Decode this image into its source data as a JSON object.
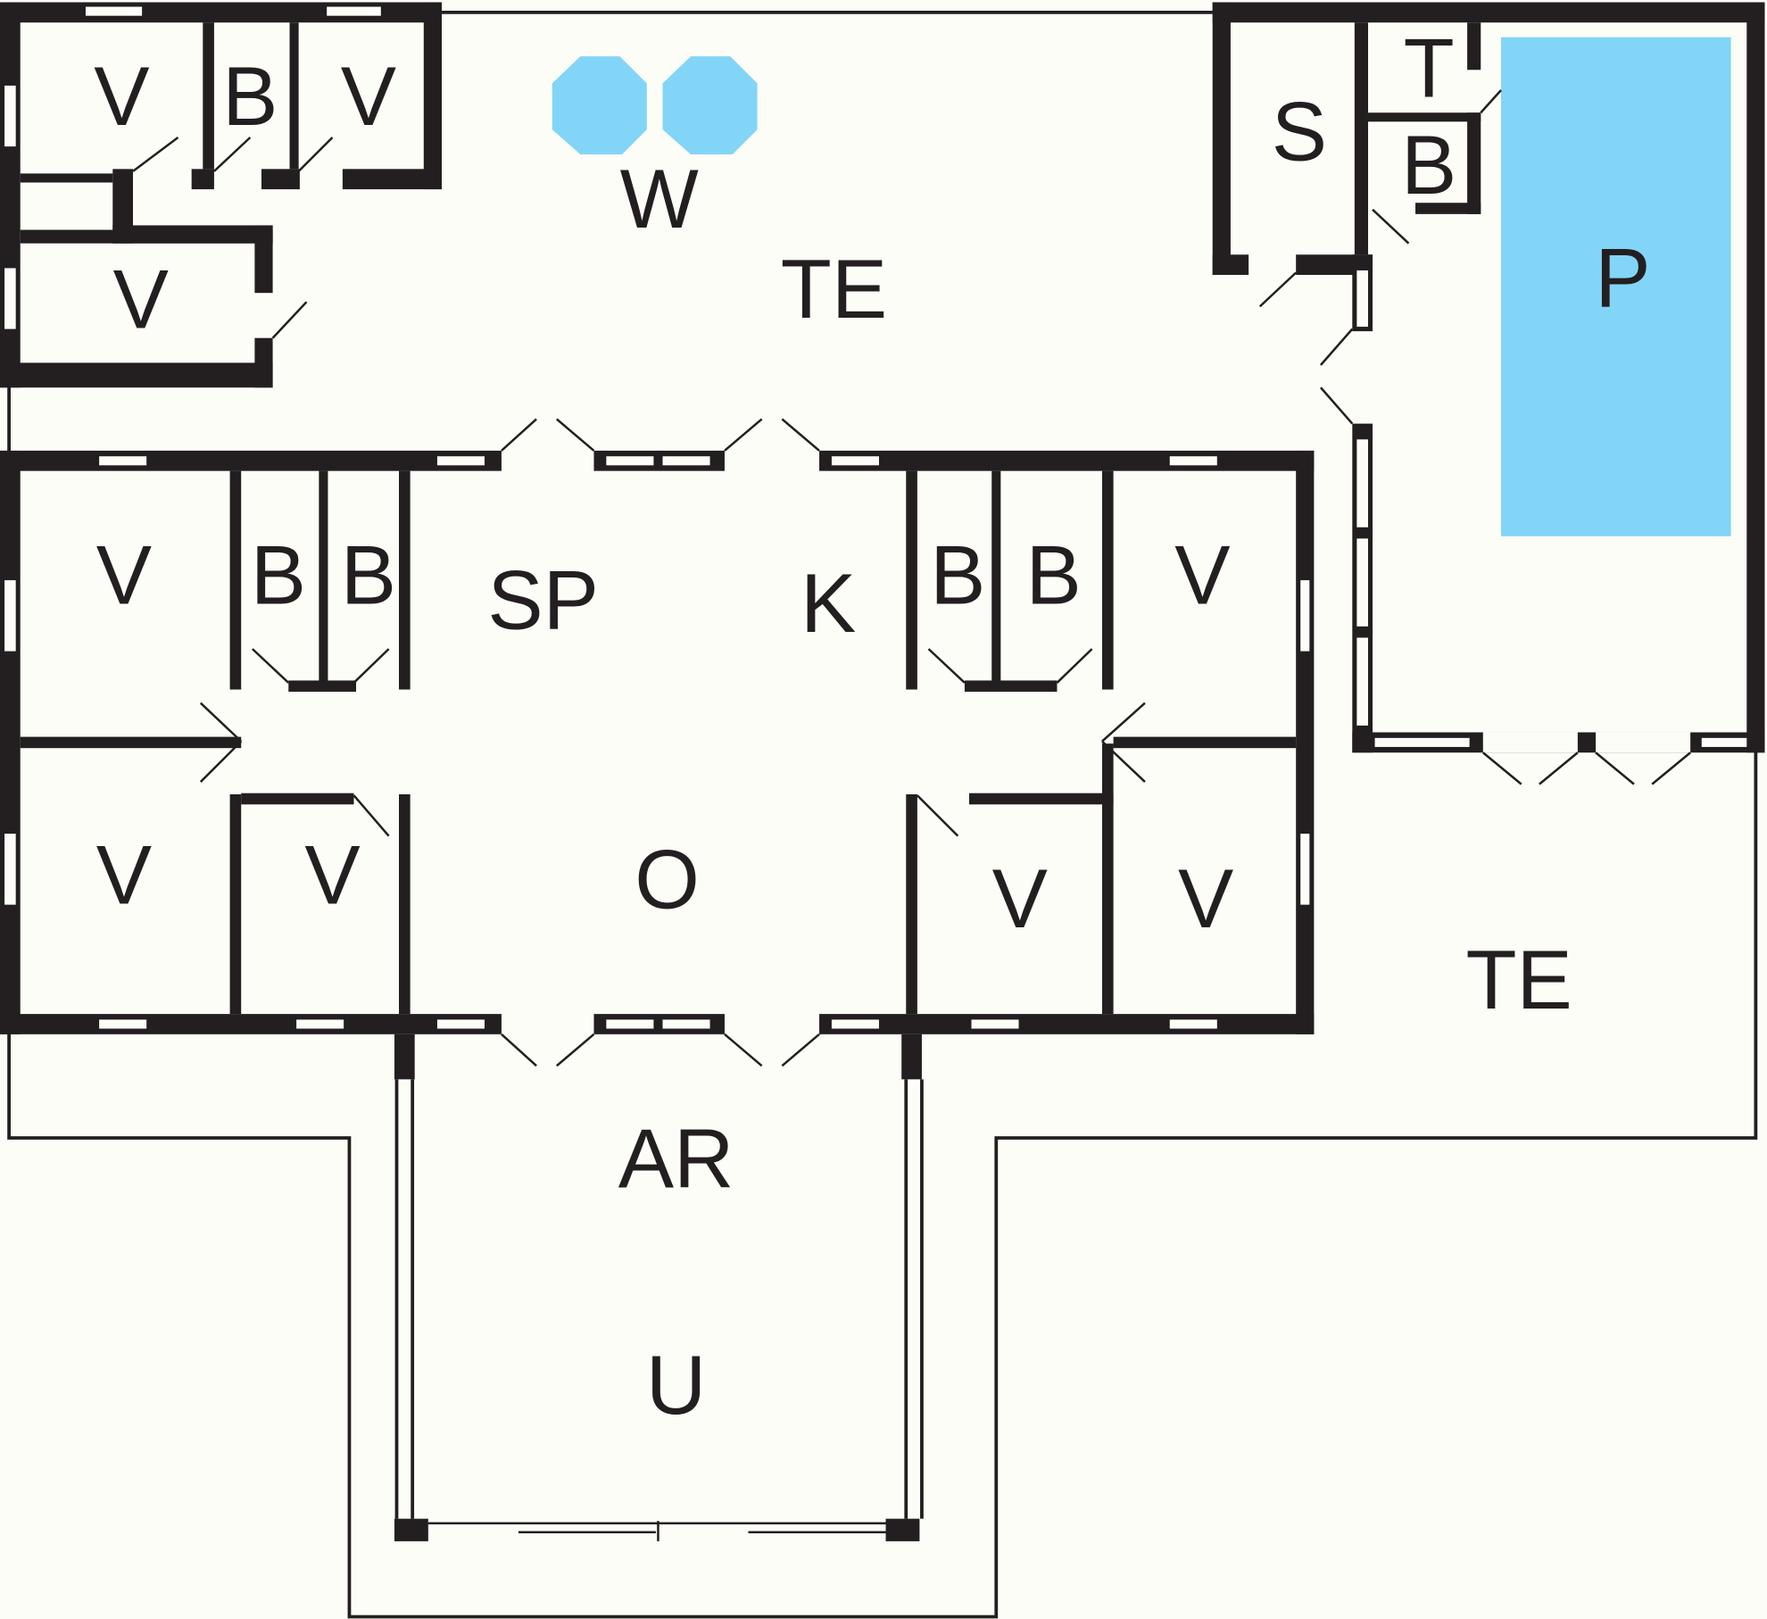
{
  "title": "Floor plan",
  "colors": {
    "wall": "#231f20",
    "water": "#82d5f7",
    "background": "#fdfdf8"
  },
  "rooms": [
    {
      "label": "V"
    },
    {
      "label": "B"
    },
    {
      "label": "V"
    },
    {
      "label": "W"
    },
    {
      "label": "TE"
    },
    {
      "label": "V"
    },
    {
      "label": "S"
    },
    {
      "label": "T"
    },
    {
      "label": "B"
    },
    {
      "label": "P"
    },
    {
      "label": "V"
    },
    {
      "label": "B"
    },
    {
      "label": "B"
    },
    {
      "label": "SP"
    },
    {
      "label": "K"
    },
    {
      "label": "B"
    },
    {
      "label": "B"
    },
    {
      "label": "V"
    },
    {
      "label": "V"
    },
    {
      "label": "V"
    },
    {
      "label": "O"
    },
    {
      "label": "V"
    },
    {
      "label": "V"
    },
    {
      "label": "TE"
    },
    {
      "label": "AR"
    },
    {
      "label": "U"
    }
  ]
}
